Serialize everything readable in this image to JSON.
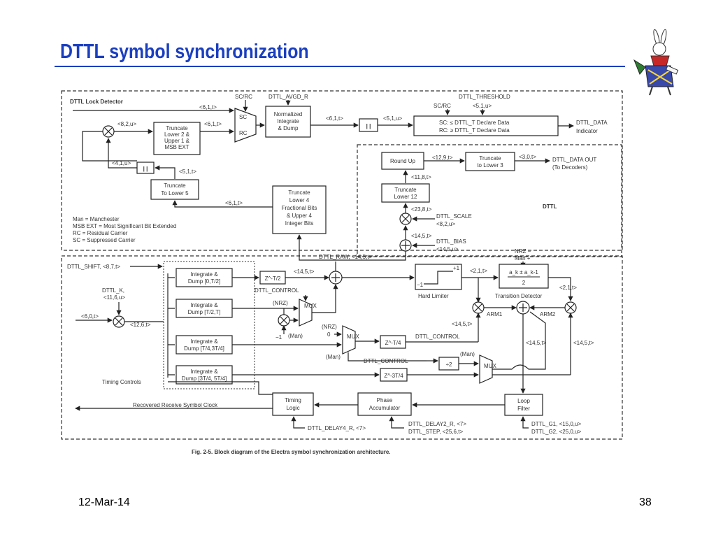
{
  "slide": {
    "title": "DTTL symbol synchronization",
    "date": "12-Mar-14",
    "page_number": "38",
    "title_color": "#1a3fbf",
    "logo_icon": "white-rabbit-icon"
  },
  "diagram": {
    "caption": "Fig. 2-5.  Block diagram of the Electra symbol synchronization architecture.",
    "lock_detector": {
      "title": "DTTL Lock Detector",
      "sc_rc_top": "SC/RC",
      "avgd": "DTTL_AVGD_R",
      "threshold": "DTTL_THRESHOLD",
      "sc_rc_right": "SC/RC",
      "fmt_5_1_u_top": "<5,1,u>",
      "sel_sc": "SC",
      "sel_rc": "RC",
      "fmt_6_1_t_a": "<6,1,t>",
      "fmt_6_1_t_b": "<6,1,t>",
      "fmt_6_1_t_c": "<6,1,t>",
      "fmt_6_1_t_d": "<6,1,t>",
      "fmt_5_1_u": "<5,1,u>",
      "fmt_8_2_u": "<8,2,u>",
      "fmt_4_1_u": "<4,1,u>",
      "fmt_5_1_t": "<5,1,t>",
      "norm_integrate": [
        "Normalized",
        "Integrate",
        "& Dump"
      ],
      "truncate_a": [
        "Truncate",
        "Lower 2 &",
        "Upper 1 &",
        "MSB EXT"
      ],
      "truncate_b": [
        "Truncate",
        "To Lower 5"
      ],
      "truncate_c": [
        "Truncate",
        "Lower 4",
        "Fractional Bits",
        "& Upper 4",
        "Integer Bits"
      ],
      "abs_symbol": "| |",
      "compare_sc": "SC: ≤ DTTL_T Declare Data",
      "compare_rc": "RC: ≥ DTTL_T Declare Data",
      "data_out": "DTTL_DATA",
      "data_out_sub": "Indicator",
      "legend": [
        "Man = Manchester",
        "MSB EXT = Most Significant Bit Extended",
        "RC = Residual Carrier",
        "SC = Suppressed Carrier"
      ]
    },
    "dttl": {
      "title": "DTTL",
      "round_up": "Round Up",
      "truncate_lower3": [
        "Truncate",
        "to Lower 3"
      ],
      "truncate_lower12": [
        "Truncate",
        "Lower 12"
      ],
      "data_out": "DTTL_DATA OUT",
      "data_out_sub": "(To Decoders)",
      "fmt_12_9_t": "<12,9,t>",
      "fmt_3_0_t": "<3,0,t>",
      "fmt_11_8_t": "<11,8,t>",
      "fmt_23_8_t": "<23,8,t>",
      "fmt_8_2_u": "<8,2,u>",
      "fmt_14_5_t": "<14,5,t>",
      "fmt_14_5_u": "<14,5,u>",
      "scale": "DTTL_SCALE",
      "bias": "DTTL_BIAS"
    },
    "main": {
      "raw": "DTTL_RAW, <14,5,t>",
      "shift": "DTTL_SHIFT, <8,7,t>",
      "k_label": "DTTL_K,",
      "k_fmt": "<11,6,u>",
      "fmt_6_0_t": "<6,0,t>",
      "fmt_12_6_t": "<12,6,t>",
      "integrators": [
        [
          "Integrate &",
          "Dump [0,T/2]"
        ],
        [
          "Integrate &",
          "Dump [T/2,T]"
        ],
        [
          "Integrate &",
          "Dump [T/4,3T/4]"
        ],
        [
          "Integrate &",
          "Dump [3T/4, 5T/4]"
        ]
      ],
      "delay_t2": "Z^-T/2",
      "delay_t4": "Z^-T/4",
      "delay_3t4": "Z^-3T/4",
      "fmt_14_5_t_a": "<14,5,t>",
      "fmt_14_5_t_b": "<14,5,t>",
      "fmt_14_5_t_c": "<14,5,t>",
      "fmt_14_5_t_d": "<14,5,t>",
      "fmt_2_1_t_a": "<2,1,t>",
      "fmt_2_1_t_b": "<2,1,t>",
      "control_a": "DTTL_CONTROL",
      "control_b": "DTTL_CONTROL",
      "control_c": "DTTL_CONTROL",
      "nrz_a": "(NRZ)",
      "nrz_b": "(NRZ)",
      "man_a": "(Man)",
      "man_b": "(Man)",
      "man_c": "(Man)",
      "neg_one": "−1",
      "zero": "0",
      "mux": "MUX",
      "hard_limiter": "Hard Limiter",
      "plus_one": "+1",
      "minus_one": "−1",
      "nrz_man_top": "NRZ −",
      "nrz_man_bottom": "Man +",
      "transition_formula": "a_k ± a_k-1",
      "transition_denominator": "2",
      "transition_label": "Transition Detector",
      "arm1": "ARM1",
      "arm2": "ARM2",
      "divide2": "÷2",
      "timing_controls": "Timing Controls",
      "recovered_clock": "Recovered Receive Symbol Clock",
      "timing_logic": [
        "Timing",
        "Logic"
      ],
      "phase_acc": [
        "Phase",
        "Accumulator"
      ],
      "loop_filter": [
        "Loop",
        "Filter"
      ],
      "delay4": "DTTL_DELAY4_R, <7>",
      "delay2": "DTTL_DELAY2_R, <7>",
      "step": "DTTL_STEP, <25,6,t>",
      "g1": "DTTL_G1, <15,0,u>",
      "g2": "DTTL_G2, <25,0,u>"
    }
  }
}
